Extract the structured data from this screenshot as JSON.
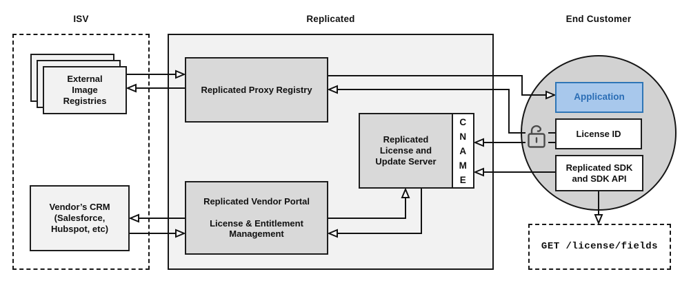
{
  "sections": {
    "isv": "ISV",
    "replicated": "Replicated",
    "end_customer": "End Customer"
  },
  "nodes": {
    "external_registries": "External\nImage\nRegistries",
    "vendors_crm": "Vendor’s CRM\n(Salesforce,\nHubspot, etc)",
    "proxy_registry": "Replicated Proxy Registry",
    "vendor_portal": "Replicated Vendor Portal\n\nLicense & Entitlement\nManagement",
    "license_update_server": "Replicated\nLicense and\nUpdate Server",
    "cname": "C\nN\nA\nM\nE",
    "application": "Application",
    "license_id": "License ID",
    "replicated_sdk": "Replicated SDK\nand SDK API",
    "get_license_fields": "GET /license/fields"
  },
  "icons": {
    "unlock_icon": "open-padlock"
  },
  "connections": [
    "external-registries to proxy-registry",
    "proxy-registry to external-registries",
    "proxy-registry to application",
    "license-id to proxy-registry",
    "license-id to cname",
    "replicated-sdk to cname",
    "vendor-portal to vendors-crm",
    "vendors-crm to vendor-portal",
    "vendor-portal to license-update-server",
    "license-update-server to vendor-portal",
    "replicated-sdk to get-license-fields"
  ],
  "colors": {
    "replicated_container_fill": "#f2f2f2",
    "gray_node_fill": "#d9d9d9",
    "light_node_fill": "#f2f2f2",
    "circle_fill": "#d2d2d2",
    "application_fill": "#a8c8ec",
    "application_border": "#2e75b6",
    "application_text": "#2a6db5",
    "line_color": "#111111",
    "padlock_color": "#4a4a4a"
  }
}
